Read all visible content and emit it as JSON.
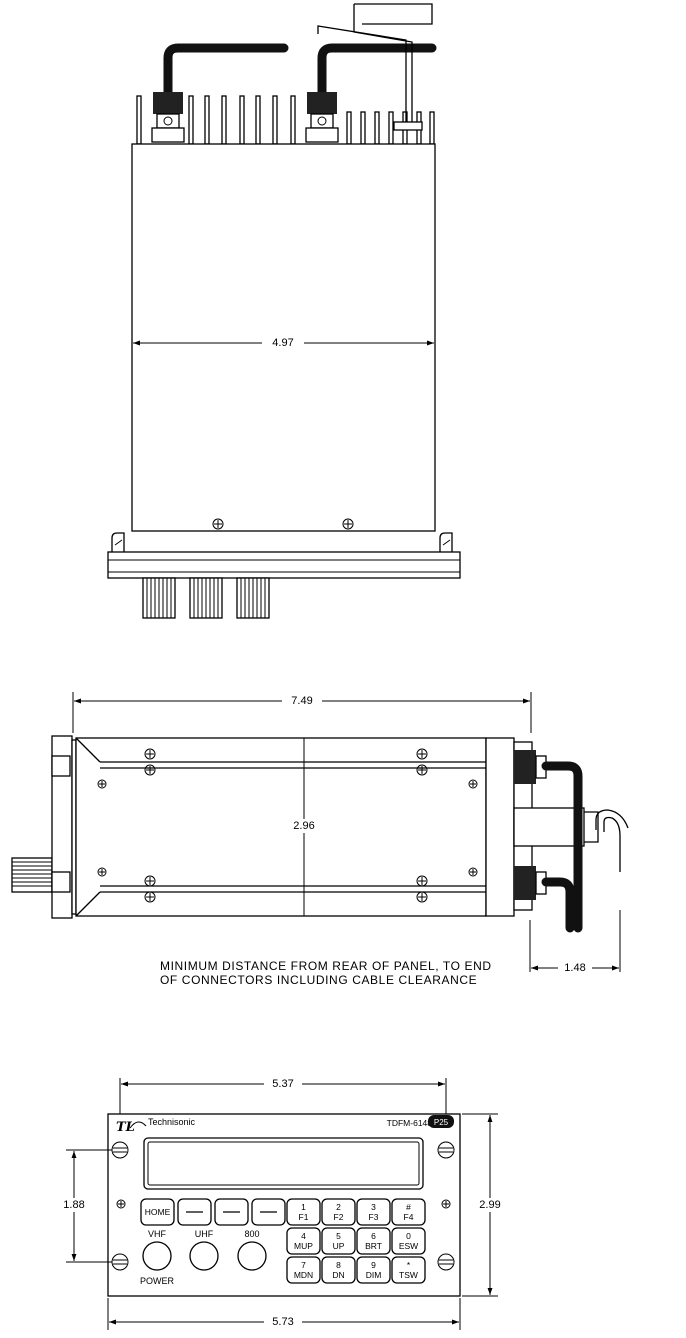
{
  "top_view": {
    "width_dim": "4.97"
  },
  "side_view": {
    "length_dim": "7.49",
    "height_dim": "2.96",
    "rear_dim": "1.48",
    "note_line1": "MINIMUM DISTANCE FROM REAR OF PANEL, TO END",
    "note_line2": "OF CONNECTORS INCLUDING CABLE CLEARANCE"
  },
  "front_view": {
    "brand": "Technisonic",
    "model": "TDFM-6148",
    "badge": "P25",
    "mount_width_dim": "5.37",
    "overall_width_dim": "5.73",
    "mount_height_dim": "1.88",
    "overall_height_dim": "2.99",
    "knob_labels": [
      "VHF",
      "UHF",
      "800"
    ],
    "power_label": "POWER",
    "home_key": "HOME",
    "keypad": [
      {
        "top": "1",
        "bottom": "F1"
      },
      {
        "top": "2",
        "bottom": "F2"
      },
      {
        "top": "3",
        "bottom": "F3"
      },
      {
        "top": "#",
        "bottom": "F4"
      },
      {
        "top": "4",
        "bottom": "MUP"
      },
      {
        "top": "5",
        "bottom": "UP"
      },
      {
        "top": "6",
        "bottom": "BRT"
      },
      {
        "top": "0",
        "bottom": "ESW"
      },
      {
        "top": "7",
        "bottom": "MDN"
      },
      {
        "top": "8",
        "bottom": "DN"
      },
      {
        "top": "9",
        "bottom": "DIM"
      },
      {
        "top": "*",
        "bottom": "TSW"
      }
    ]
  }
}
